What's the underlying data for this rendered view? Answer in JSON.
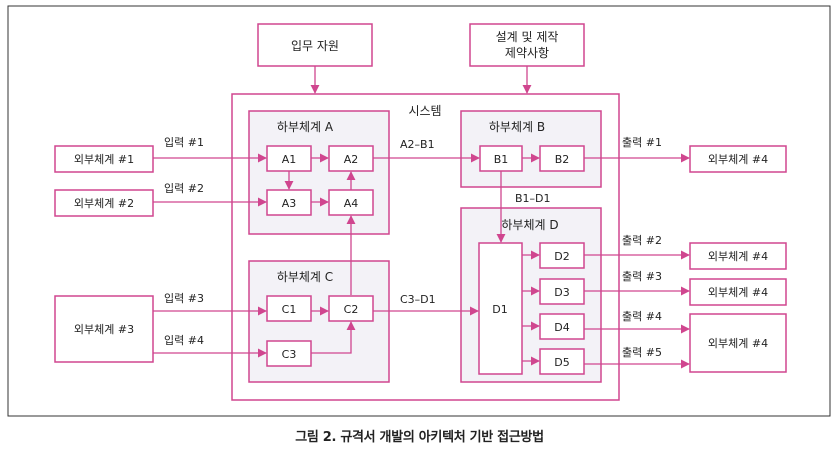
{
  "diagram": {
    "inputs": {
      "staff": "입무 자원",
      "constraints_line1": "설계 및 제작",
      "constraints_line2": "제약사항"
    },
    "system": "시스템",
    "subsystems": {
      "a": "하부체계 A",
      "b": "하부체계 B",
      "c": "하부체계 C",
      "d": "하부체계 D"
    },
    "blocks": {
      "a1": "A1",
      "a2": "A2",
      "a3": "A3",
      "a4": "A4",
      "b1": "B1",
      "b2": "B2",
      "c1": "C1",
      "c2": "C2",
      "c3": "C3",
      "d1": "D1",
      "d2": "D2",
      "d3": "D3",
      "d4": "D4",
      "d5": "D5"
    },
    "external_left": {
      "e1": "외부체계 #1",
      "e2": "외부체계 #2",
      "e3": "외부체계 #3"
    },
    "external_right": {
      "r1": "외부체계 #4",
      "r2": "외부체계 #4",
      "r3": "외부체계 #4",
      "r4": "외부체계 #4"
    },
    "edge_labels": {
      "in1": "입력 #1",
      "in2": "입력 #2",
      "in3": "입력 #3",
      "in4": "입력 #4",
      "a2b1": "A2–B1",
      "b1d1": "B1–D1",
      "c3d1": "C3–D1",
      "out1": "출력 #1",
      "out2": "출력 #2",
      "out3": "출력 #3",
      "out4": "출력 #4",
      "out5": "출력 #5"
    },
    "colors": {
      "line": "#d0468f",
      "subsystem_fill": "#f3f2f7",
      "border": "#222222"
    }
  },
  "caption": "그림 2. 규격서 개발의 아키텍처 기반 접근방법"
}
